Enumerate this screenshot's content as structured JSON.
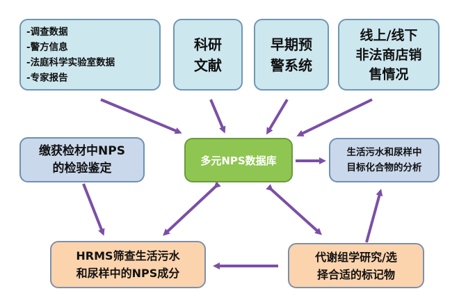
{
  "boxes": {
    "sources": {
      "items": [
        "-调查数据",
        "-警方信息",
        "-法庭科学实验室数据",
        "-专家报告"
      ]
    },
    "research_literature": "科研\n文献",
    "early_warning": "早期预\n警系统",
    "online_offline": "线上/线下\n非法商店销\n售情况",
    "seized_materials": "缴获检材中NPS\n的检验鉴定",
    "database": "多元NPS数据库",
    "target_analysis": "生活污水和尿样中\n目标化合物的分析",
    "hrms_screening": "HRMS筛查生活污水\n和尿样中的NPS成分",
    "metabolomics": "代谢组学研究/选\n择合适的标记物"
  },
  "colors": {
    "arrow": "#7b4fa6",
    "source_box": "#cde7ef",
    "database_box": "#8ec651",
    "analysis_box": "#c9d8eb",
    "result_box": "#fbd3ad"
  }
}
